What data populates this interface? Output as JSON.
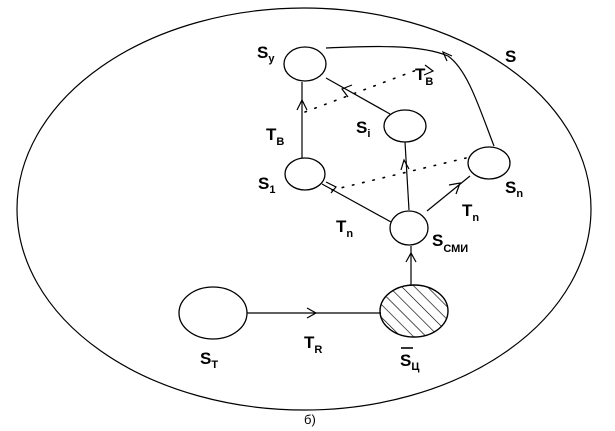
{
  "set": {
    "letter": "S"
  },
  "caption": "б)",
  "nodes": {
    "sy": {
      "main": "S",
      "sub": "у"
    },
    "si": {
      "main": "S",
      "sub": "i"
    },
    "s1": {
      "main": "S",
      "sub": "1"
    },
    "sn": {
      "main": "S",
      "sub": "n"
    },
    "ssmi": {
      "main": "S",
      "sub": "СМИ"
    },
    "st": {
      "main": "S",
      "sub": "Т"
    },
    "sc": {
      "main": "S",
      "sub": "Ц"
    }
  },
  "edges": {
    "tv_top": {
      "main": "T",
      "sub": "В"
    },
    "tv_left": {
      "main": "T",
      "sub": "В"
    },
    "tn_left": {
      "main": "T",
      "sub": "n"
    },
    "tn_right": {
      "main": "T",
      "sub": "n"
    },
    "tr": {
      "main": "T",
      "sub": "R"
    }
  }
}
